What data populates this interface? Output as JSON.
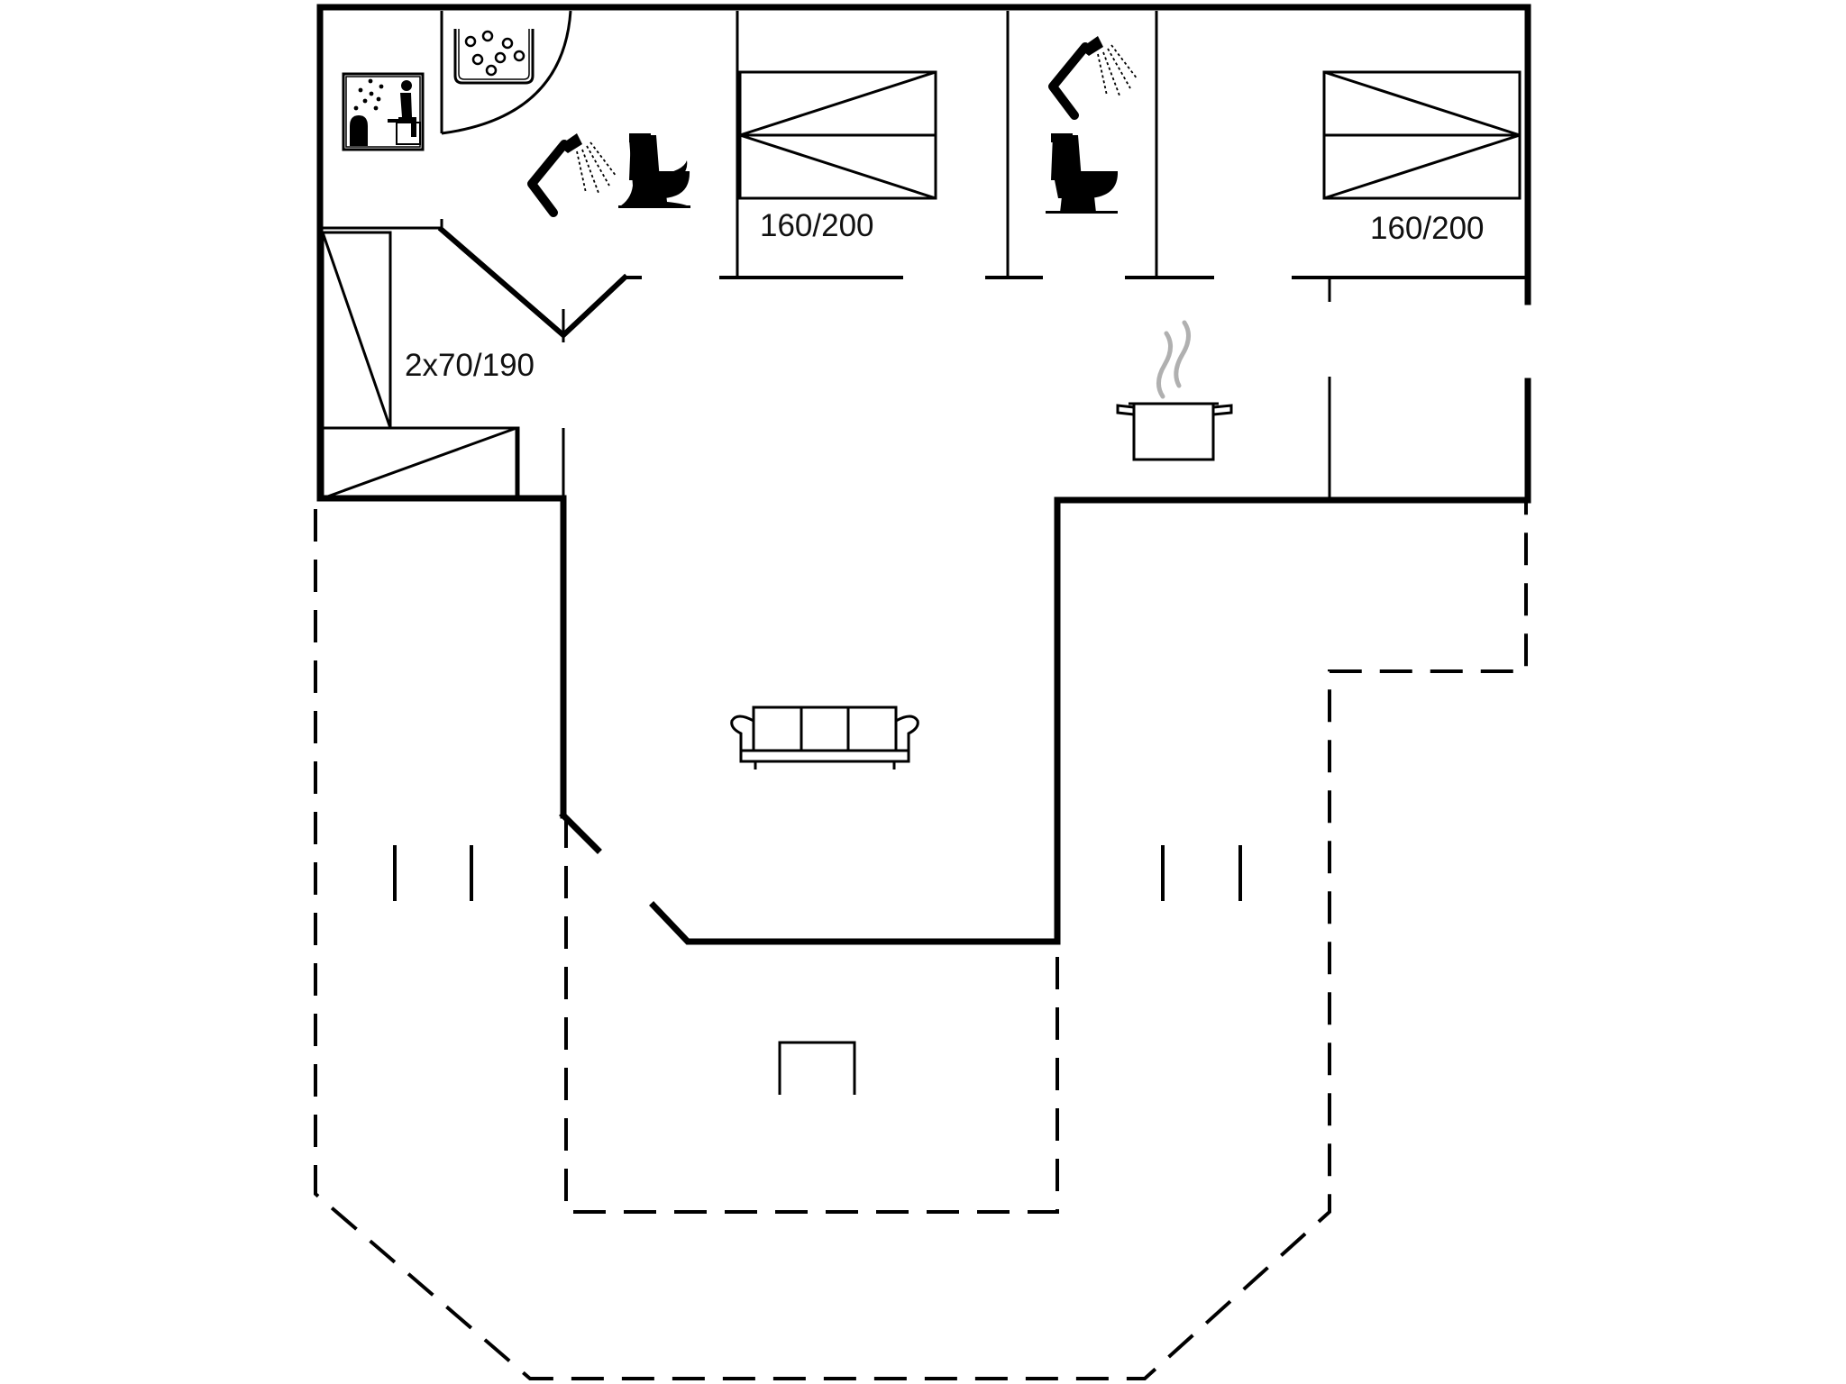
{
  "labels": {
    "bedroom_1_bed": "160/200",
    "bedroom_2_bed": "160/200",
    "bunk_bed": "2x70/190"
  },
  "icons": [
    "sauna-icon",
    "whirlpool-icon",
    "shower-icon",
    "toilet-icon",
    "pot-icon",
    "sofa-icon",
    "table-icon"
  ],
  "colors": {
    "wall": "#000000",
    "steam": "#b0b0b0",
    "background": "#ffffff"
  }
}
